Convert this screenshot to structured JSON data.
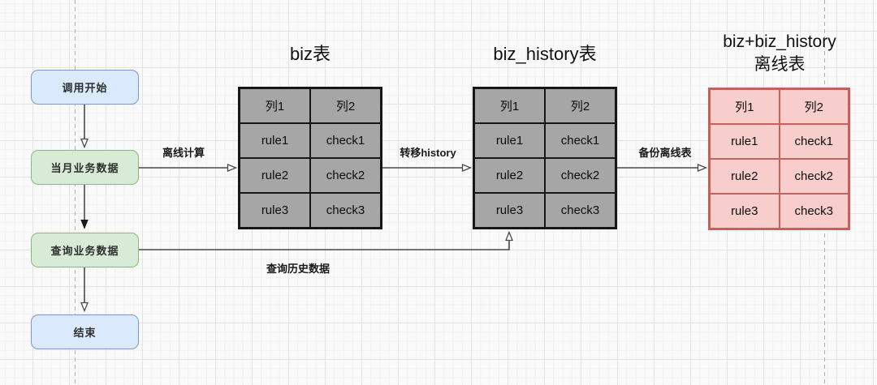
{
  "flowchart": {
    "nodes": [
      {
        "id": "start",
        "label": "调用开始",
        "shape": "rounded",
        "theme": "blue"
      },
      {
        "id": "monthly",
        "label": "当月业务数据",
        "shape": "rounded",
        "theme": "green"
      },
      {
        "id": "query",
        "label": "查询业务数据",
        "shape": "rounded",
        "theme": "green"
      },
      {
        "id": "end",
        "label": "结束",
        "shape": "rounded",
        "theme": "blue"
      }
    ]
  },
  "tables": [
    {
      "title": "biz表",
      "theme": "gray",
      "header": [
        "列1",
        "列2"
      ],
      "rows": [
        [
          "rule1",
          "check1"
        ],
        [
          "rule2",
          "check2"
        ],
        [
          "rule3",
          "check3"
        ]
      ]
    },
    {
      "title": "biz_history表",
      "theme": "gray",
      "header": [
        "列1",
        "列2"
      ],
      "rows": [
        [
          "rule1",
          "check1"
        ],
        [
          "rule2",
          "check2"
        ],
        [
          "rule3",
          "check3"
        ]
      ]
    },
    {
      "title": "biz+biz_history",
      "title2": "离线表",
      "theme": "pink",
      "header": [
        "列1",
        "列2"
      ],
      "rows": [
        [
          "rule1",
          "check1"
        ],
        [
          "rule2",
          "check2"
        ],
        [
          "rule3",
          "check3"
        ]
      ]
    }
  ],
  "edges": {
    "offline_compute": "离线计算",
    "transfer_history": "转移history",
    "backup_offline": "备份离线表",
    "query_history": "查询历史数据"
  },
  "colors": {
    "node_blue_fill": "#dbe9fc",
    "node_blue_border": "#7c99c7",
    "node_green_fill": "#d7ebd6",
    "node_green_border": "#8bba77",
    "table_gray_fill": "#a6a6a6",
    "table_gray_border": "#171717",
    "table_pink_fill": "#f8cecc",
    "table_pink_border": "#c4615c",
    "connector": "#4a4a4a",
    "grid_major": "#e3e3e3",
    "grid_minor": "#f0f0f0"
  }
}
